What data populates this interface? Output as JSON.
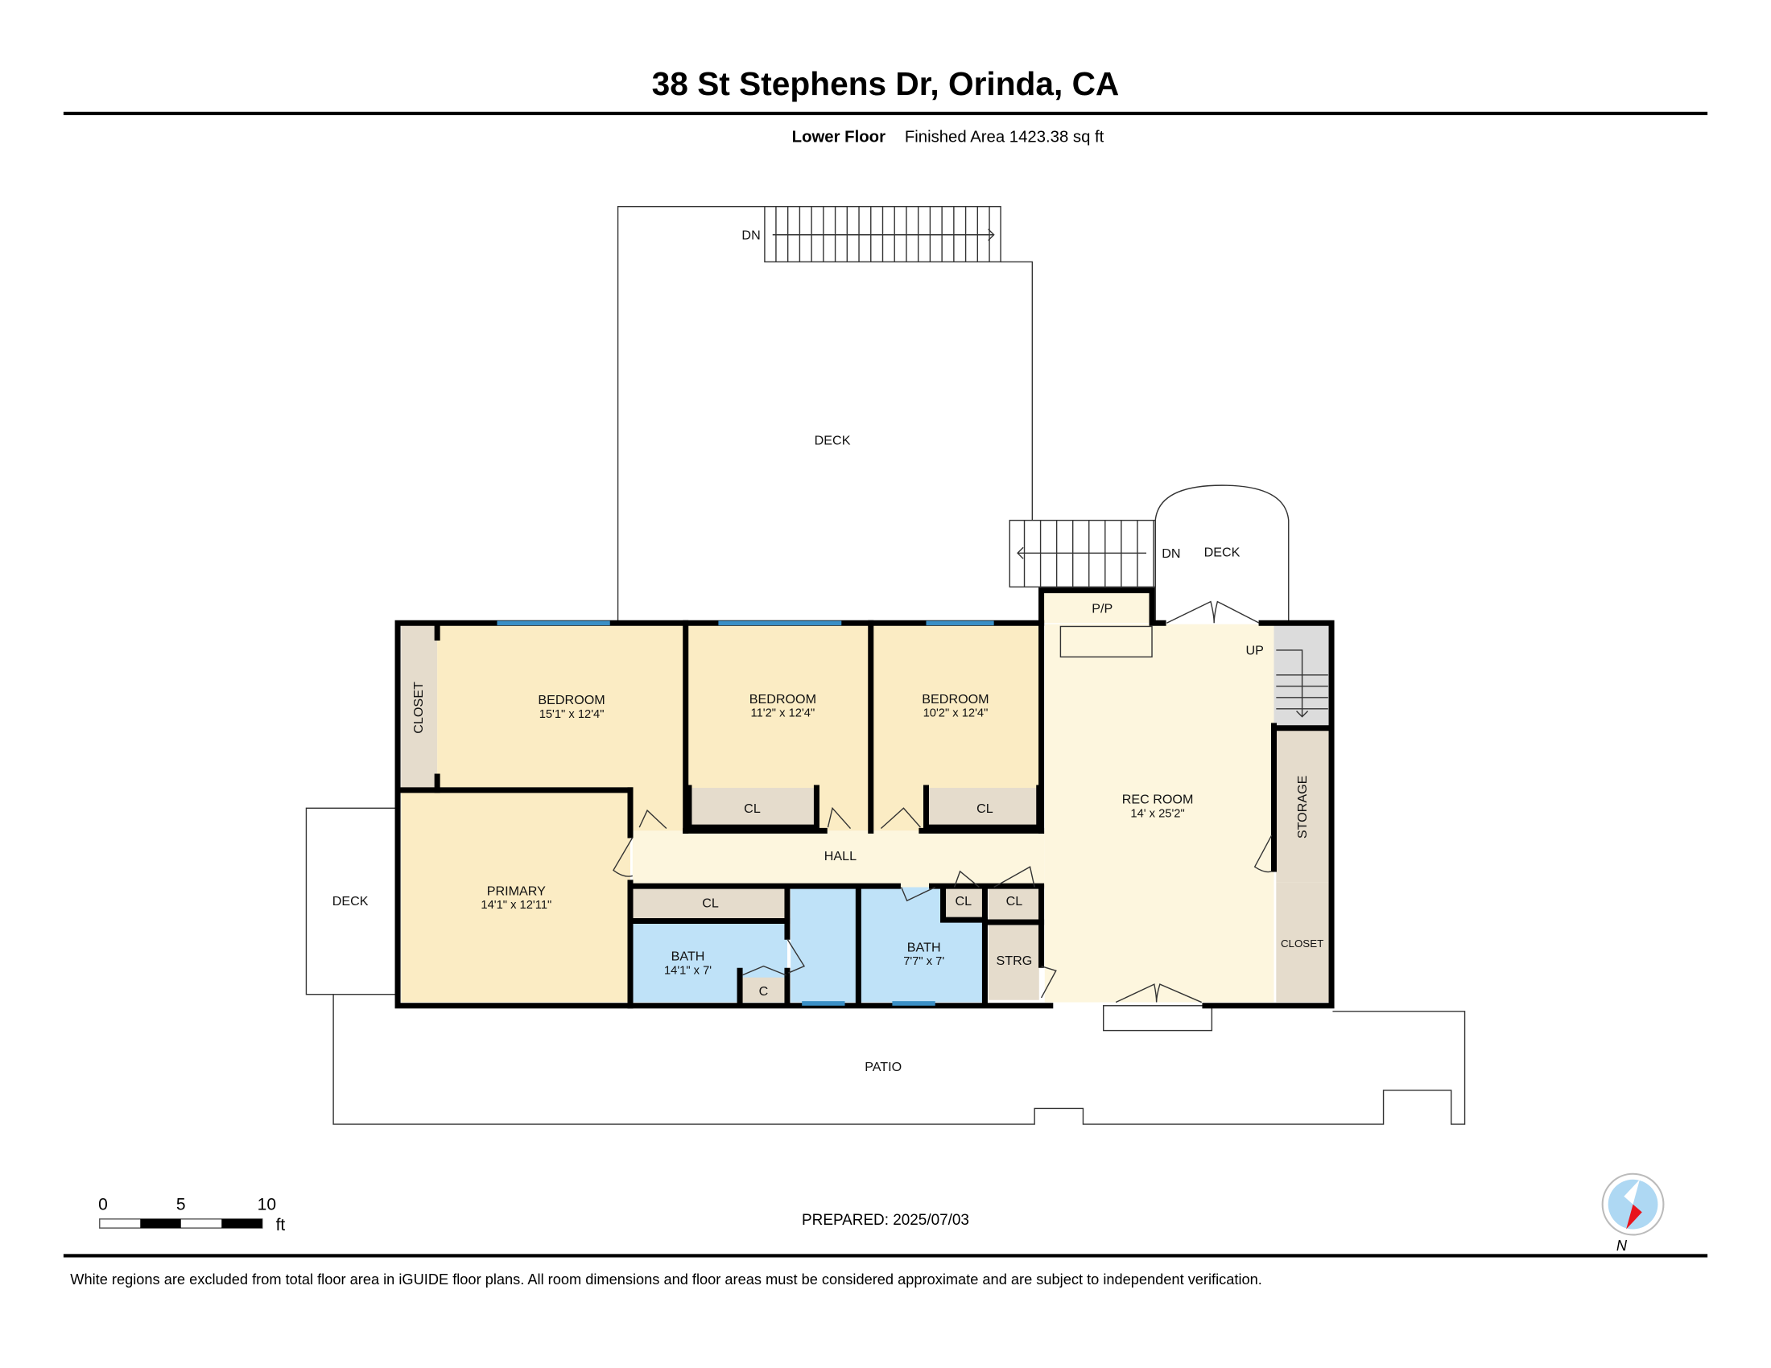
{
  "header": {
    "title": "38 St Stephens Dr, Orinda, CA",
    "floor_name": "Lower Floor",
    "area_label": "Finished Area 1423.38 sq ft"
  },
  "plan": {
    "deck_upper": "DECK",
    "stair_upper_dn": "DN",
    "stair_mid_dn": "DN",
    "deck_arc": "DECK",
    "pp": "P/P",
    "up": "UP",
    "closet_left": "CLOSET",
    "bedroom1": {
      "name": "BEDROOM",
      "dims": "15'1\" x 12'4\""
    },
    "bedroom2": {
      "name": "BEDROOM",
      "dims": "11'2\" x 12'4\""
    },
    "bedroom3": {
      "name": "BEDROOM",
      "dims": "10'2\" x 12'4\""
    },
    "cl_b2": "CL",
    "cl_b3": "CL",
    "rec_room": {
      "name": "REC ROOM",
      "dims": "14' x 25'2\""
    },
    "storage": "STORAGE",
    "closet_right": "CLOSET",
    "hall": "HALL",
    "primary": {
      "name": "PRIMARY",
      "dims": "14'1\" x 12'11\""
    },
    "cl_primary": "CL",
    "bath1": {
      "name": "BATH",
      "dims": "14'1\" x 7'"
    },
    "c": "C",
    "bath2": {
      "name": "BATH",
      "dims": "7'7\" x 7'"
    },
    "cl_a": "CL",
    "cl_b": "CL",
    "strg": "STRG",
    "deck_left": "DECK",
    "patio": "PATIO"
  },
  "footer": {
    "scale": {
      "t0": "0",
      "t5": "5",
      "t10": "10",
      "unit": "ft"
    },
    "prepared": "PREPARED: 2025/07/03",
    "compass_label": "N",
    "disclaimer": "White regions are excluded from total floor area in iGUIDE floor plans. All room dimensions and floor areas must be considered approximate and are subject to independent verification."
  },
  "colors": {
    "bedroom": "#fbecc4",
    "living": "#fdf6de",
    "bath": "#bfe2f8",
    "closet": "#e5dccc",
    "window": "#3a8fc6"
  }
}
